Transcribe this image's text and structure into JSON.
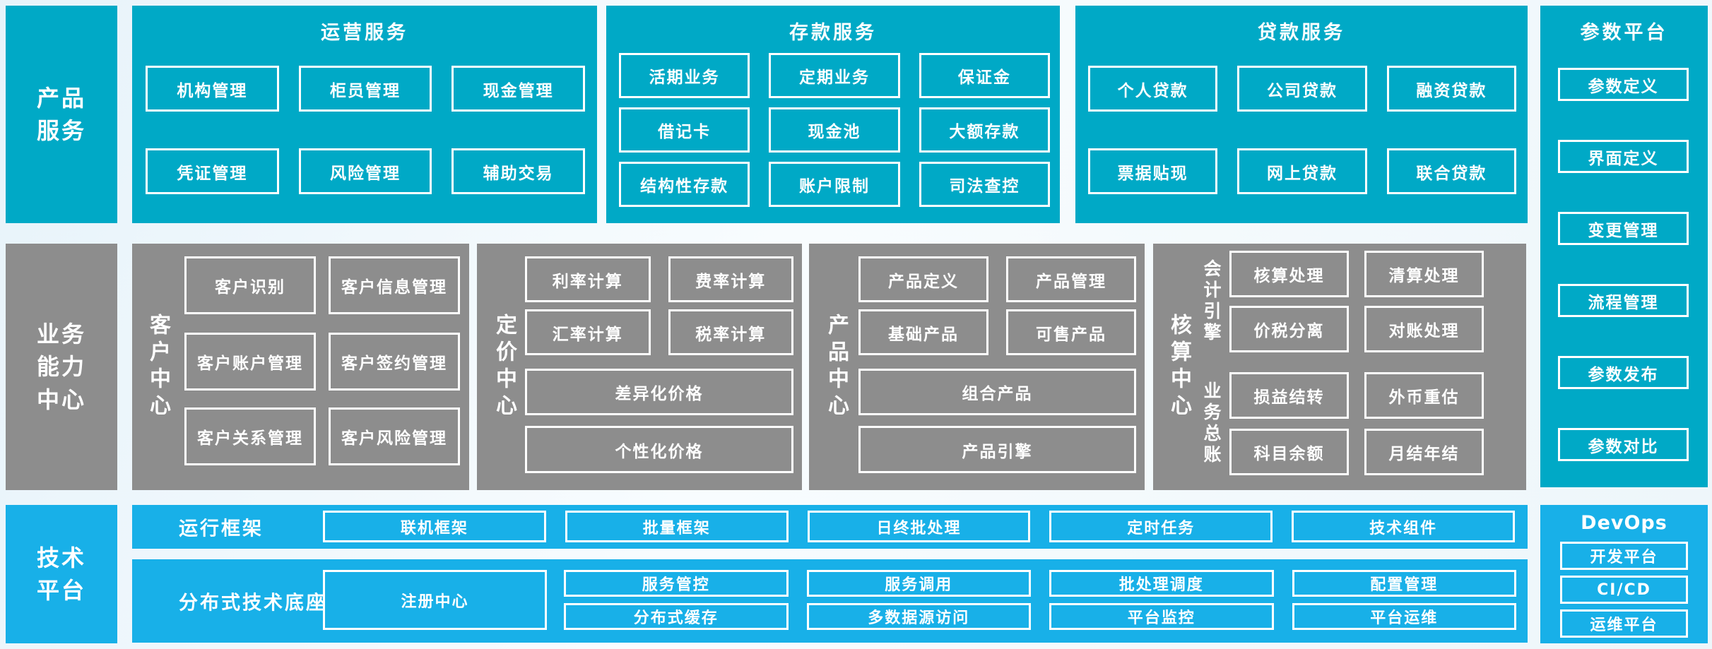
{
  "colors": {
    "teal": "#00a9c6",
    "gray": "#8d8d8d",
    "blue": "#18b0e8",
    "box_border": "#ffffff",
    "text": "#ffffff"
  },
  "rails": {
    "product_services": "产品\n服务",
    "business_capability": "业务\n能力\n中心",
    "tech_platform": "技术\n平台"
  },
  "top": {
    "operation": {
      "title": "运营服务",
      "boxes": [
        [
          "机构管理",
          "柜员管理",
          "现金管理"
        ],
        [
          "凭证管理",
          "风险管理",
          "辅助交易"
        ]
      ]
    },
    "deposit": {
      "title": "存款服务",
      "boxes": [
        [
          "活期业务",
          "定期业务",
          "保证金"
        ],
        [
          "借记卡",
          "现金池",
          "大额存款"
        ],
        [
          "结构性存款",
          "账户限制",
          "司法查控"
        ]
      ]
    },
    "loan": {
      "title": "贷款服务",
      "boxes": [
        [
          "个人贷款",
          "公司贷款",
          "融资贷款"
        ],
        [
          "票据贴现",
          "网上贷款",
          "联合贷款"
        ]
      ]
    }
  },
  "param_platform": {
    "title": "参数平台",
    "items": [
      "参数定义",
      "界面定义",
      "变更管理",
      "流程管理",
      "参数发布",
      "参数对比"
    ]
  },
  "middle": {
    "customer": {
      "label": "客户中心",
      "boxes": [
        [
          "客户识别",
          "客户信息管理"
        ],
        [
          "客户账户管理",
          "客户签约管理"
        ],
        [
          "客户关系管理",
          "客户风险管理"
        ]
      ]
    },
    "pricing": {
      "label": "定价中心",
      "boxes": [
        [
          "利率计算",
          "费率计算"
        ],
        [
          "汇率计算",
          "税率计算"
        ]
      ],
      "wide": [
        "差异化价格",
        "个性化价格"
      ]
    },
    "product": {
      "label": "产品中心",
      "boxes": [
        [
          "产品定义",
          "产品管理"
        ],
        [
          "基础产品",
          "可售产品"
        ]
      ],
      "wide": [
        "组合产品",
        "产品引擎"
      ]
    },
    "accounting": {
      "label": "核算中心",
      "groups": [
        {
          "label": "会计引擎",
          "boxes": [
            [
              "核算处理",
              "清算处理"
            ],
            [
              "价税分离",
              "对账处理"
            ]
          ]
        },
        {
          "label": "业务总账",
          "boxes": [
            [
              "损益结转",
              "外币重估"
            ],
            [
              "科目余额",
              "月结年结"
            ]
          ]
        }
      ]
    }
  },
  "bottom": {
    "runtime": {
      "label": "运行框架",
      "items": [
        "联机框架",
        "批量框架",
        "日终批处理",
        "定时任务",
        "技术组件"
      ]
    },
    "distributed": {
      "label": "分布式技术底座",
      "registry": "注册中心",
      "rows": [
        [
          "服务管控",
          "服务调用",
          "批处理调度",
          "配置管理"
        ],
        [
          "分布式缓存",
          "多数据源访问",
          "平台监控",
          "平台运维"
        ]
      ]
    },
    "devops": {
      "title": "DevOps",
      "items": [
        "开发平台",
        "CI/CD",
        "运维平台"
      ]
    }
  }
}
